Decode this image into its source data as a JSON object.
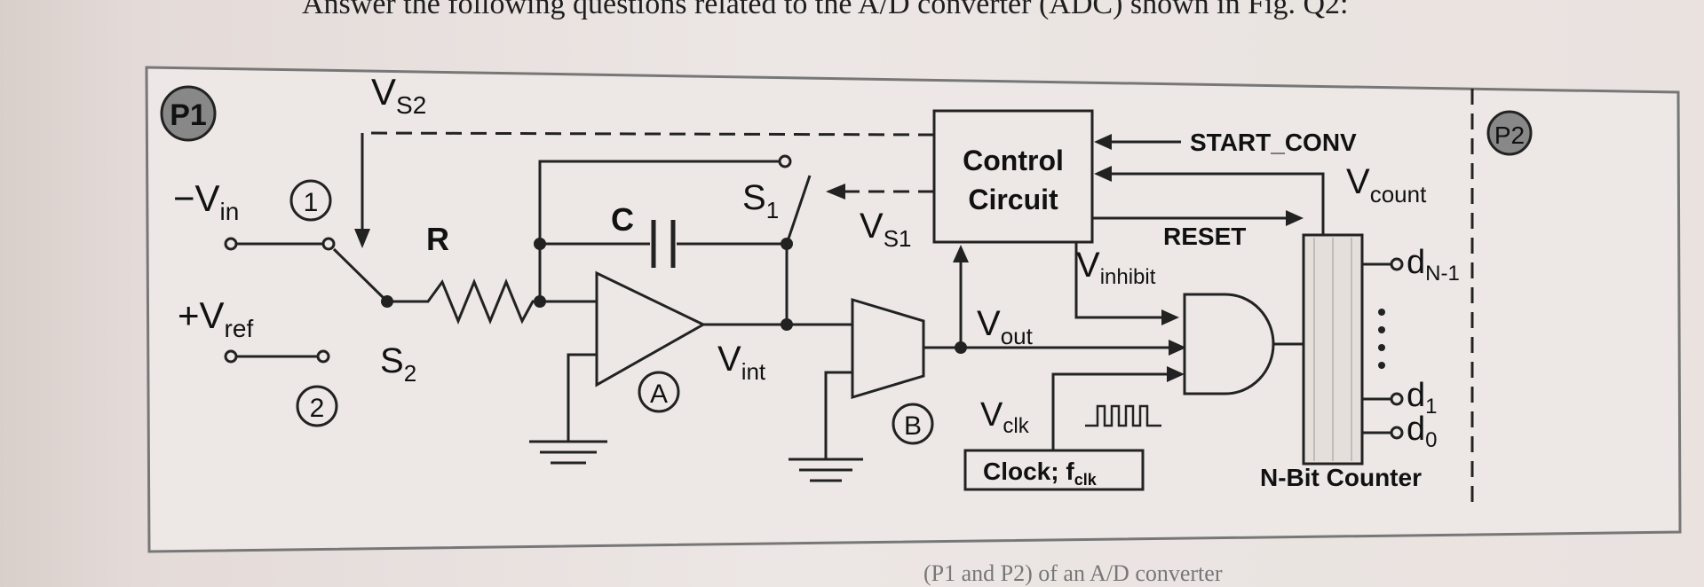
{
  "heading": "Answer the following questions related to the A/D converter (ADC) shown in Fig. Q2:",
  "footer": "(P1 and P2) of an A/D converter",
  "partition_labels": {
    "p1": "P1",
    "p2": "P2"
  },
  "blocks": {
    "control_line1": "Control",
    "control_line2": "Circuit",
    "counter": "N-Bit Counter",
    "clock": "Clock; f",
    "clock_sub": "clk"
  },
  "signals": {
    "vs2": "V",
    "vs2_sub": "S2",
    "vs1": "V",
    "vs1_sub": "S1",
    "vin": "−V",
    "vin_sub": "in",
    "vref": "+V",
    "vref_sub": "ref",
    "vint": "V",
    "vint_sub": "int",
    "vout": "V",
    "vout_sub": "out",
    "vclk": "V",
    "vclk_sub": "clk",
    "vinhibit": "V",
    "vinhibit_sub": "inhibit",
    "vcount": "V",
    "vcount_sub": "count",
    "start": "START_CONV",
    "reset": "RESET"
  },
  "components": {
    "resistor": "R",
    "capacitor": "C",
    "switch1": "S",
    "switch1_sub": "1",
    "switch2": "S",
    "switch2_sub": "2",
    "node1": "1",
    "node2": "2",
    "block_a": "A",
    "block_b": "B"
  },
  "outputs": {
    "dn1": "d",
    "dn1_sub": "N-1",
    "d1": "d",
    "d1_sub": "1",
    "d0": "d",
    "d0_sub": "0"
  }
}
